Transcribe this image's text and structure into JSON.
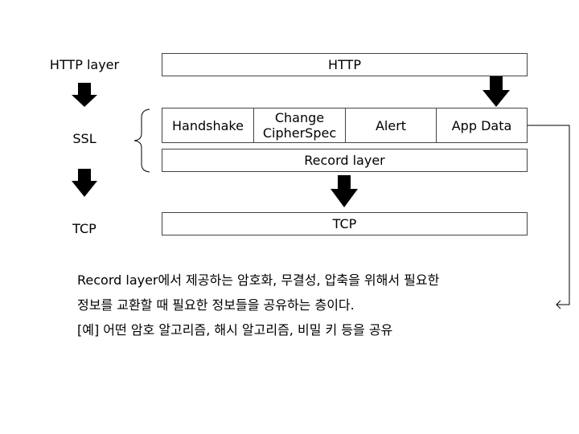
{
  "left_labels": {
    "http": "HTTP layer",
    "ssl": "SSL",
    "tcp": "TCP"
  },
  "boxes": {
    "http": "HTTP",
    "handshake": "Handshake",
    "change_cipher_line1": "Change",
    "change_cipher_line2": "CipherSpec",
    "alert": "Alert",
    "app_data": "App Data",
    "record_layer": "Record layer",
    "tcp": "TCP"
  },
  "note": {
    "line1": "Record layer에서 제공하는 암호화, 무결성, 압축을 위해서 필요한",
    "line2": "정보를 교환할 때 필요한 정보들을 공유하는 층이다.",
    "line3": "[예] 어떤 암호 알고리즘, 해시 알고리즘, 비밀 키 등을 공유"
  }
}
